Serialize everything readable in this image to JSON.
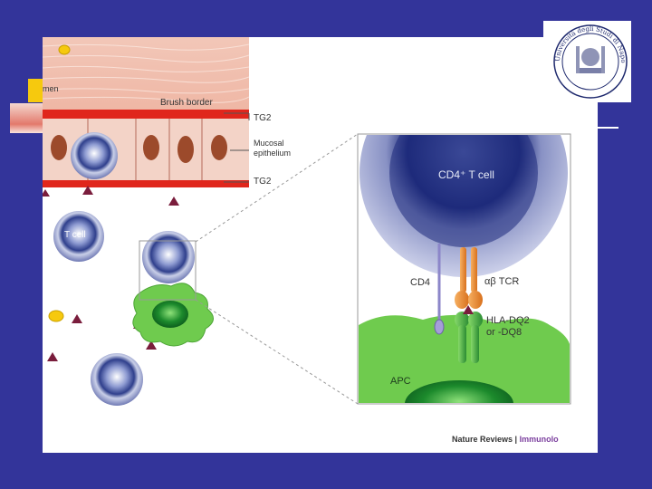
{
  "slide": {
    "background_color": "#33349a",
    "figure": {
      "labels": {
        "lumen": "men",
        "brush_border": "Brush border",
        "tg2_top": "TG2",
        "mucosal_epithelium_line1": "Mucosal",
        "mucosal_epithelium_line2": "epithelium",
        "tg2_bottom": "TG2",
        "t_cell": "T cell",
        "cd4_t_cell": "CD4⁺ T cell",
        "cd4": "CD4",
        "ab_tcr": "αβ TCR",
        "hla_line1": "HLA-DQ2",
        "hla_line2": "or -DQ8",
        "apc": "APC"
      },
      "credit": {
        "journal": "Nature Reviews",
        "separator": "|",
        "section": "Immunolo"
      }
    },
    "logo": {
      "text_top": "Università degli Studi di Napoli"
    },
    "colors": {
      "tissue": "#f2bfae",
      "membrane_red": "#e0261c",
      "t_cell_blue": "#2f3f8c",
      "apc_green": "#5cbf3f",
      "tcr_orange": "#e9822a",
      "gliadin_maroon": "#7a1d3c"
    }
  }
}
